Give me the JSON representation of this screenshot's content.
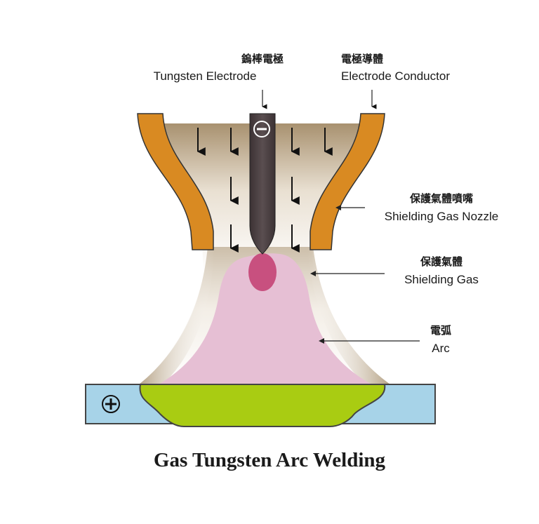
{
  "labels": {
    "tungsten_electrode": {
      "zh": "鎢棒電極",
      "en": "Tungsten Electrode"
    },
    "electrode_conductor": {
      "zh": "電極導體",
      "en": "Electrode Conductor"
    },
    "shielding_gas_nozzle": {
      "zh": "保護氣體噴嘴",
      "en": "Shielding Gas Nozzle"
    },
    "shielding_gas": {
      "zh": "保護氣體",
      "en": "Shielding Gas"
    },
    "arc": {
      "zh": "電弧",
      "en": "Arc"
    }
  },
  "symbols": {
    "negative": "⊖",
    "positive": "⊕"
  },
  "title": "Gas Tungsten Arc Welding",
  "colors": {
    "nozzle": "#d98a22",
    "electrode": "#4a3f40",
    "arc": "#e6bfd4",
    "arc_core": "#c8507f",
    "gas": "#a8916f",
    "weld_pool": "#a9cc12",
    "workpiece": "#a7d3e8"
  }
}
